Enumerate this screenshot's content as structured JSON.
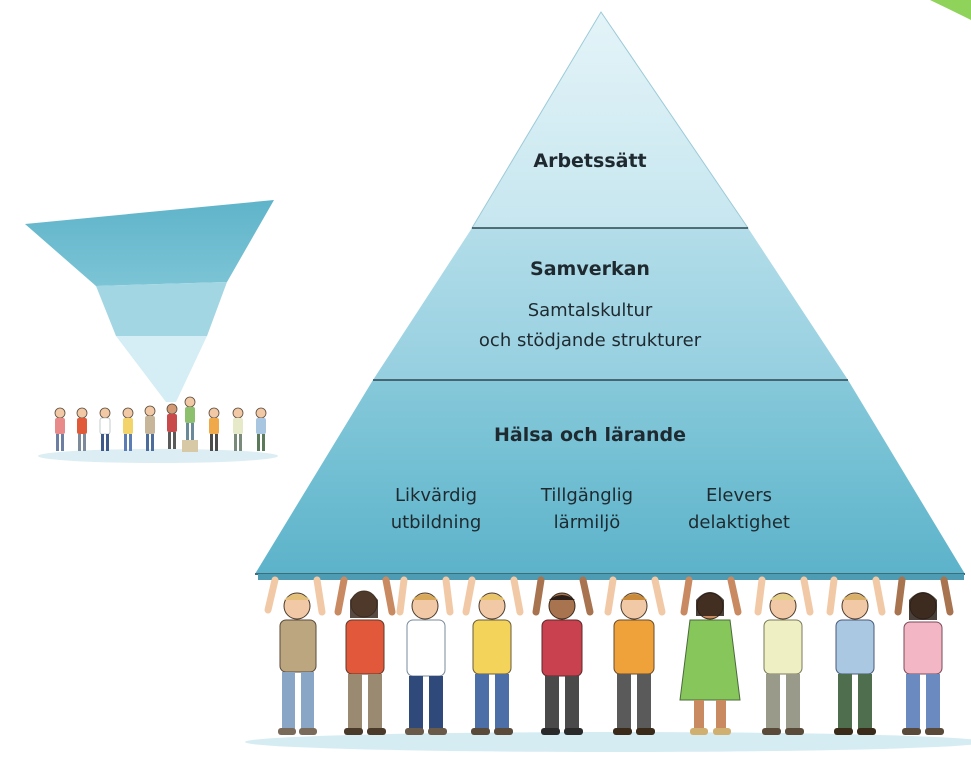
{
  "pyramid": {
    "top_label": "Arbetssätt",
    "middle_title": "Samverkan",
    "middle_subtitle_line1": "Samtalskultur",
    "middle_subtitle_line2": "och stödjande strukturer",
    "base_title": "Hälsa och lärande",
    "base_columns": [
      {
        "line1": "Likvärdig",
        "line2": "utbildning"
      },
      {
        "line1": "Tillgänglig",
        "line2": "lärmiljö"
      },
      {
        "line1": "Elevers",
        "line2": "delaktighet"
      }
    ]
  },
  "colors": {
    "top_band": "#d3ecf3",
    "middle_band": "#a6d7e4",
    "base_band": "#6fbfd3",
    "corner_accent": "#8fd35a"
  },
  "illustration": {
    "big_pyramid_supporters": 10,
    "small_triangle_supporters": 10
  }
}
